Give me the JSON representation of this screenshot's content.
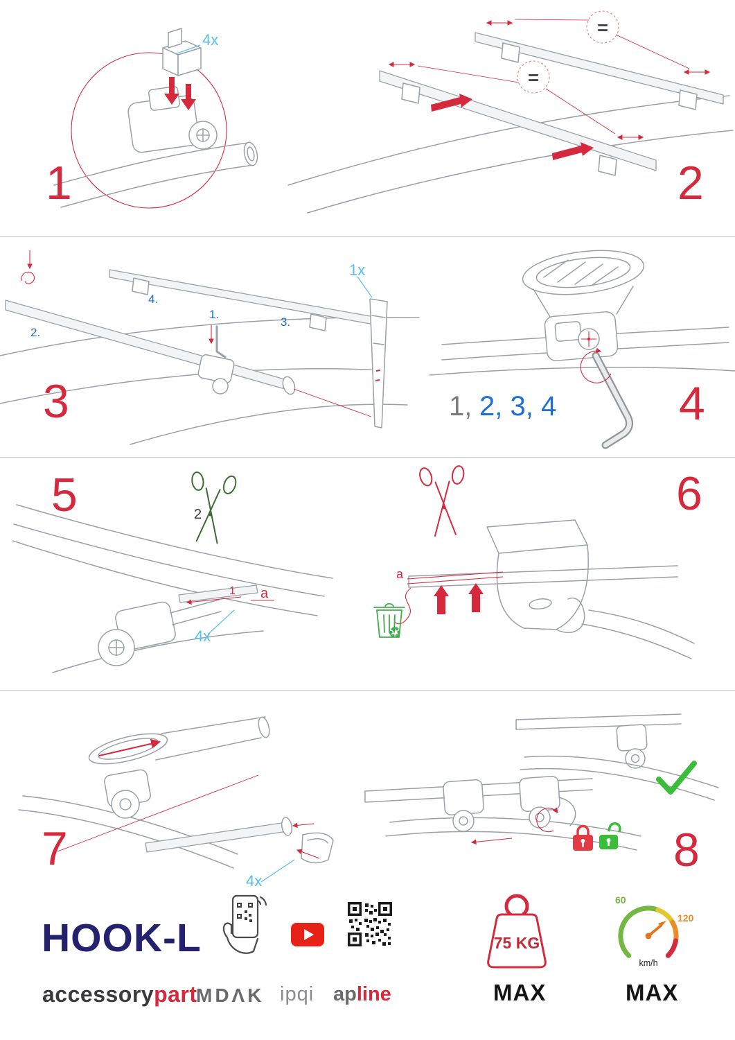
{
  "colors": {
    "accent_red": "#d5293d",
    "label_cyan": "#56c0e8",
    "label_blue": "#1f6fd0",
    "brand_navy": "#24226e",
    "gray_text": "#6a6a6e",
    "green": "#3bbd3b",
    "youtube_red": "#e62117"
  },
  "steps": {
    "s1": {
      "num": "1",
      "qty": "4x"
    },
    "s2": {
      "num": "2",
      "eq1": "=",
      "eq2": "="
    },
    "s3": {
      "num": "3",
      "sub1": "1.",
      "sub2": "2.",
      "sub3": "3.",
      "sub4": "4.",
      "qty": "1x"
    },
    "s4": {
      "num": "4",
      "seq_done": "1,",
      "seq_todo": "2, 3, 4"
    },
    "s5": {
      "num": "5",
      "cut_label": "2",
      "strip_label": "1",
      "dim_label": "a",
      "qty": "4x"
    },
    "s6": {
      "num": "6",
      "dim_label": "a",
      "recycle_icon": "♻"
    },
    "s7": {
      "num": "7",
      "qty": "4x"
    },
    "s8": {
      "num": "8"
    }
  },
  "footer": {
    "product_name": "HOOK-L",
    "brand_part1": "accessory",
    "brand_part2": "part",
    "logo_mdak": "MDΛK",
    "logo_ipqi": "ipqi",
    "logo_apline_1": "ap",
    "logo_apline_2": "line",
    "weight_limit": "75 KG",
    "weight_max": "MAX",
    "speed_low": "60",
    "speed_high": "120",
    "speed_unit": "km/h",
    "speed_max": "MAX"
  }
}
